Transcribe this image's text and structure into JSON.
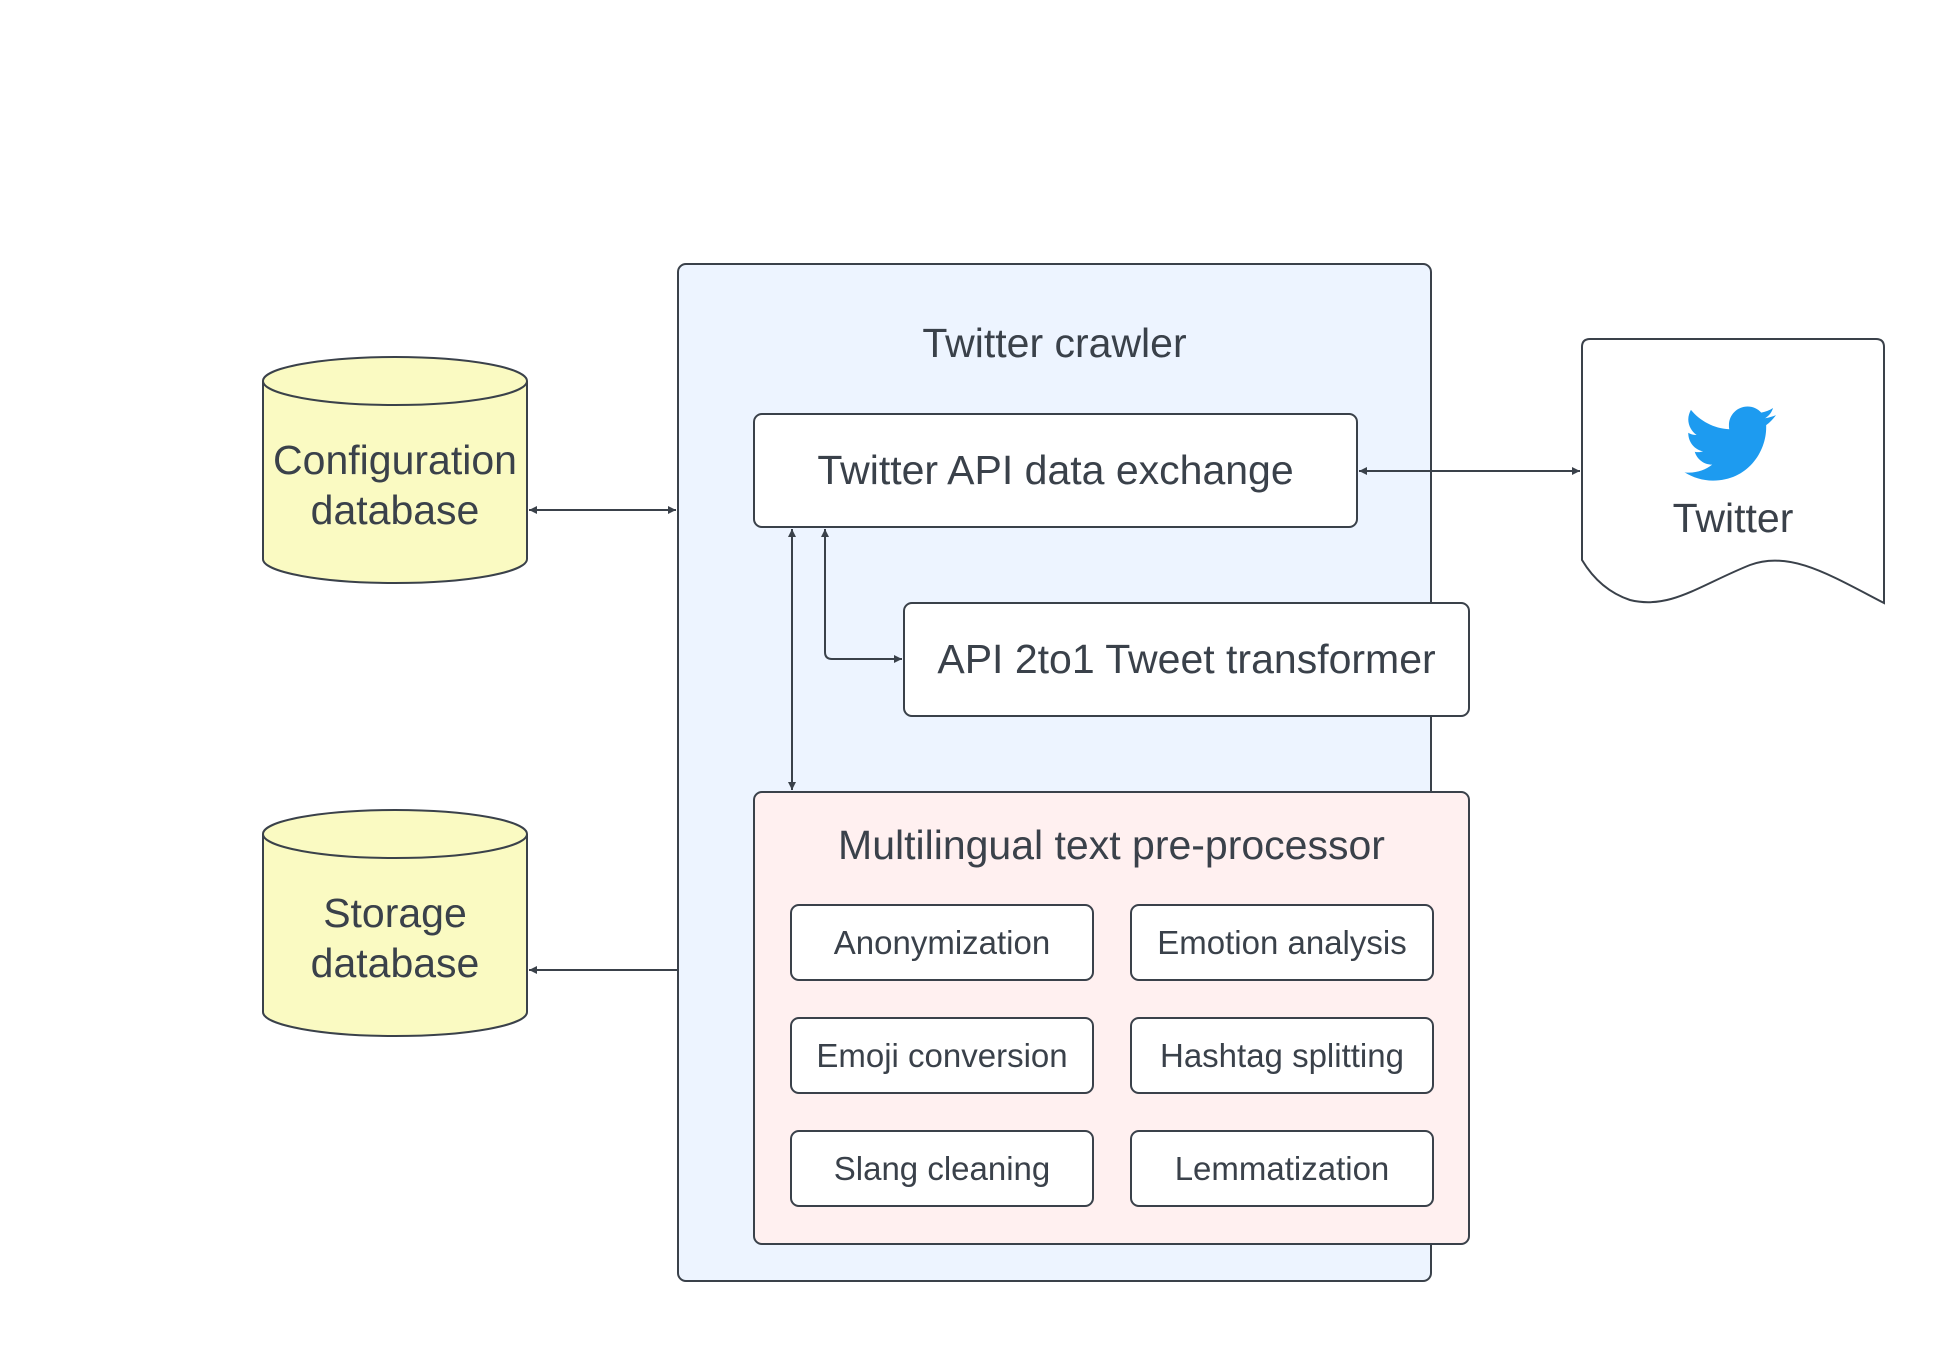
{
  "crawler": {
    "title": "Twitter crawler",
    "api_exchange": "Twitter API data exchange",
    "transformer": "API 2to1 Tweet transformer",
    "preprocessor": {
      "title": "Multilingual text pre-processor",
      "modules": [
        "Anonymization",
        "Emotion analysis",
        "Emoji conversion",
        "Hashtag splitting",
        "Slang cleaning",
        "Lemmatization"
      ]
    }
  },
  "databases": {
    "configuration": [
      "Configuration",
      "database"
    ],
    "storage": [
      "Storage",
      "database"
    ]
  },
  "external": {
    "twitter_label": "Twitter",
    "icon": "twitter-bird-icon"
  },
  "colors": {
    "crawler_fill": "#edf4ff",
    "preprocessor_fill": "#fff0f0",
    "database_fill": "#fafac2",
    "twitter_blue": "#1d9bf0",
    "stroke": "#3a414a"
  }
}
